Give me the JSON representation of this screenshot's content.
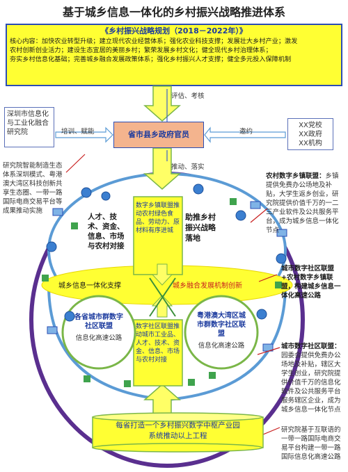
{
  "title": "基于城乡信息一体化的乡村振兴战略推进体系",
  "plan": {
    "title": "《乡村振兴战略规划（2018－2022年）》",
    "line1": "核心内容：加快农业转型升级；建立现代农业经营体系；强化农业科技支撑；发展壮大乡村产业；激发",
    "line2": "农村创新创业活力；建设生态宜居的美丽乡村；繁荣发展乡村文化；健全现代乡村治理体系；",
    "line3": "夯实乡村信息化基础；完善城乡融合发展政策体系；强化乡村振兴人才支撑；健全多元投入保障机制"
  },
  "arrows": {
    "eval": "评估、考核",
    "train": "培训、赋能",
    "invite": "邀约",
    "push": "推动、落实"
  },
  "left_box": "深圳市信息化与工业化融合研究院",
  "right_box": "XX党校\nXX政府\nXX机构",
  "gov": "省市县乡政府官员",
  "left_note": "研究院智能制造生态体系深圳模式、粤港澳大湾区科技创新共享生态圈、一带一路国际电商交易平台等成果推动实施",
  "right_note1_title": "农村数字乡镇联盟：",
  "right_note1": "乡镇提供免费办公场地及补贴，大学生返乡创业，研究院提供价值千万的一二三产业软件及公共服务平台，成为城乡信息一体化节点",
  "right_note2": "城市数字社区联盟+农村数字乡镇联盟，构建城乡信息一体化高速公路",
  "right_note3_title": "城市数字社区联盟：",
  "right_note3": "园委会提供免费办公场地及补贴，辖区大学生创业，研究院提供价值千万的信息化软件及公共服务平台服务辖区企业，成为城乡信息一体化节点",
  "right_note4": "研究院基于互联语的一带一路国际电商交易平台构建一带一路国际信息化高速公路",
  "upper_left": "人才、技术、资金、信息、市场与农村对接",
  "upper_center": "数字乡镇联盟推动农村绿色食品、劳动力、原材料有序进城",
  "upper_right": "助推乡村振兴战略落地",
  "band_left": "城乡信息一体化支撑",
  "band_right": "城乡融合发展机制创新",
  "lower_left_title": "各省城市群数字社区联盟",
  "lower_left_sub": "信息化高速公路",
  "lower_center": "数字社区联盟推动城市工业品、人才、技术、资金、信息、市场与农村对接",
  "lower_right_title": "粤港澳大湾区城市群数字社区联盟",
  "lower_right_sub": "信息化高速公路",
  "base_line1": "每省打造一个乡村振兴数字中枢产业园",
  "base_line2": "系统推动以上工程",
  "colors": {
    "frame": "#2b4db3",
    "yellow": "#ffff33",
    "arrow_fill": "#ffff66",
    "arrow_stroke": "#7ab648",
    "outer_ring": "#5a2f8f",
    "inner_ring": "#5b9bd5",
    "circle_stroke": "#7ab648",
    "accent_red": "#c81e1e"
  }
}
